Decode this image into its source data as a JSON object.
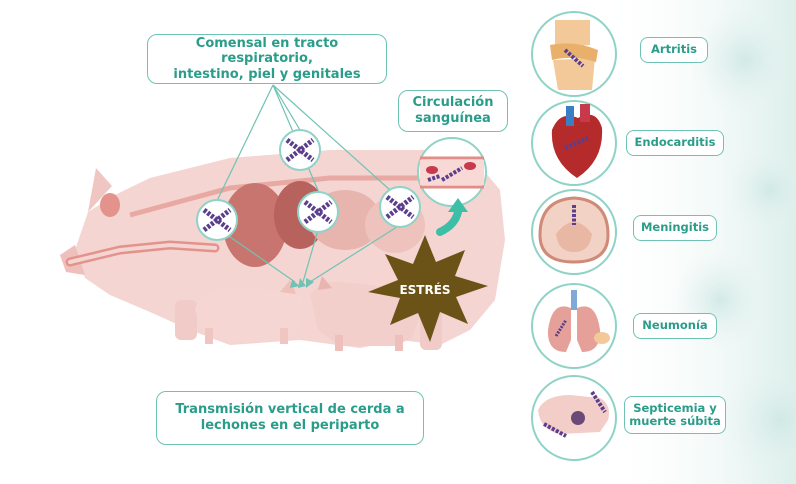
{
  "callouts": {
    "commensal_line1": "Comensal en tracto respiratorio,",
    "commensal_line2": "intestino, piel y genitales",
    "circulation_line1": "Circulación",
    "circulation_line2": "sanguínea",
    "vertical_line1": "Transmisión vertical de cerda a",
    "vertical_line2": "lechones en el periparto",
    "stress": "ESTRÉS"
  },
  "diseases": [
    {
      "line1": "Artritis",
      "line2": ""
    },
    {
      "line1": "Endocarditis",
      "line2": ""
    },
    {
      "line1": "Meningitis",
      "line2": ""
    },
    {
      "line1": "Neumonía",
      "line2": ""
    },
    {
      "line1": "Septicemia y",
      "line2": "muerte súbita"
    }
  ],
  "colors": {
    "accent": "#2a9d8a",
    "border": "#6fc3b4",
    "pig": "#f2c9c6",
    "bacteria": "#5b3f8c",
    "stress": "#6b5317"
  },
  "icons": [
    "pig-illustration",
    "bacteria-icon",
    "blood-vessel-icon",
    "stress-burst-icon",
    "knee-joint-icon",
    "heart-icon",
    "brain-icon",
    "lungs-icon",
    "piglet-icon"
  ]
}
